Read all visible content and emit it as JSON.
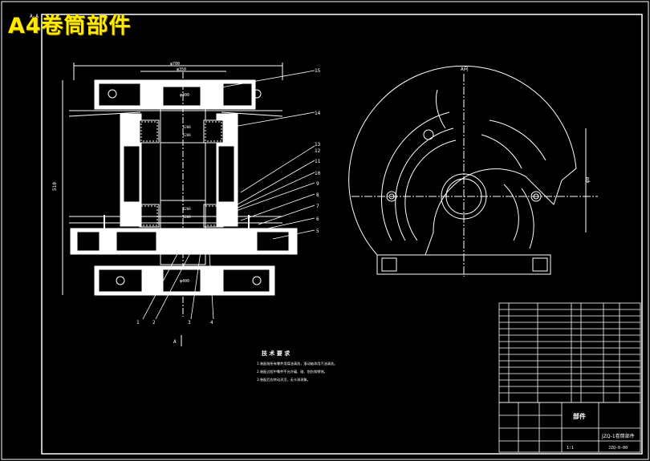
{
  "overlay_title": "A4卷筒部件",
  "view_labels": {
    "section_top": "A-A",
    "section_bottom": "A",
    "right_view": "A向"
  },
  "balloons": [
    "1",
    "2",
    "3",
    "4",
    "5",
    "6",
    "7",
    "8",
    "9",
    "10",
    "11",
    "12",
    "13",
    "14",
    "15"
  ],
  "tech_requirements": {
    "heading": "技 术 要 求",
    "lines": [
      "1.装配前所有零件用煤油清洗，滚动轴承用汽油清洗。",
      "2.装配过程中零件不允许磕、碰、划伤和锈蚀。",
      "3.装配后应转动灵活，无卡滞现象。"
    ]
  },
  "title_block": {
    "name": "部件",
    "drawing_title": "JZQ-1卷筒部件",
    "drawing_no": "JZQ-0-00",
    "scale": "1:1"
  },
  "colors": {
    "background": "#000000",
    "line": "#ffffff",
    "overlay_text": "#ffea00"
  }
}
